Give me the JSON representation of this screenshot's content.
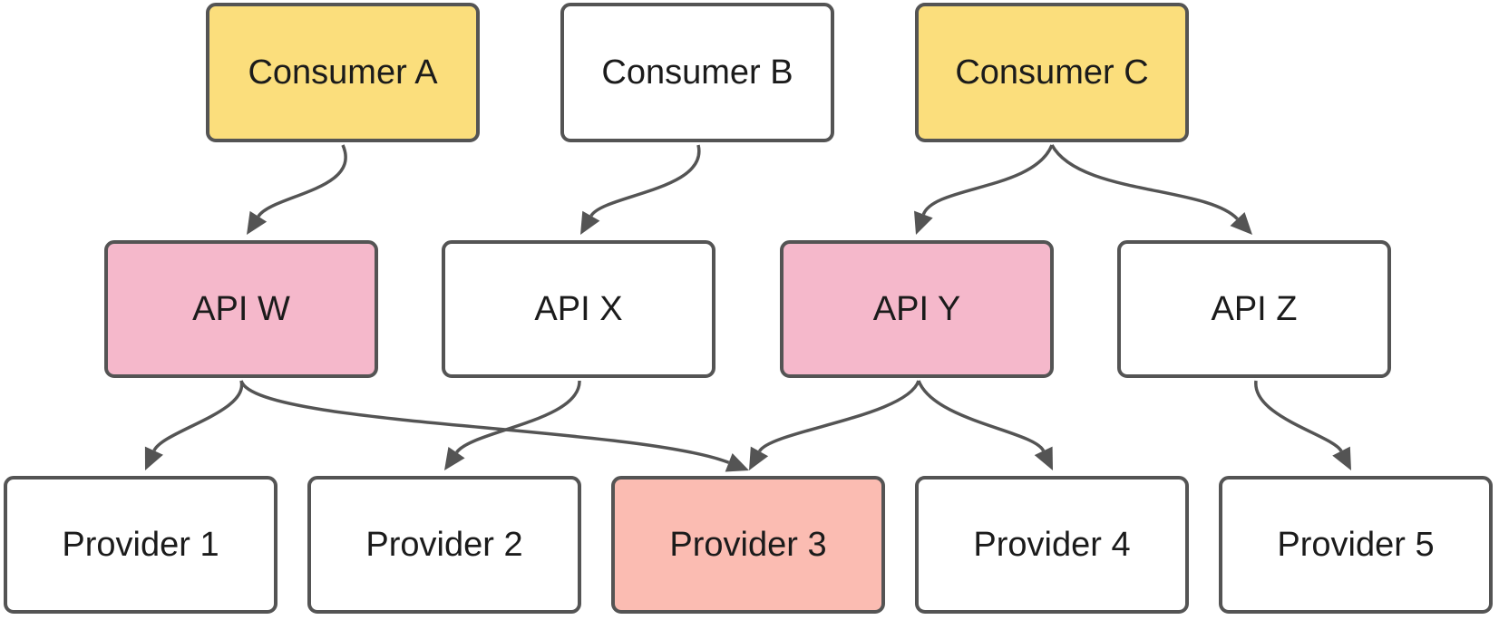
{
  "nodes": [
    {
      "id": "consumer-a",
      "label": "Consumer A",
      "fill": "#fbde7c"
    },
    {
      "id": "consumer-b",
      "label": "Consumer B",
      "fill": "#ffffff"
    },
    {
      "id": "consumer-c",
      "label": "Consumer C",
      "fill": "#fbde7c"
    },
    {
      "id": "api-w",
      "label": "API W",
      "fill": "#f5b8cb"
    },
    {
      "id": "api-x",
      "label": "API X",
      "fill": "#ffffff"
    },
    {
      "id": "api-y",
      "label": "API Y",
      "fill": "#f5b8cb"
    },
    {
      "id": "api-z",
      "label": "API Z",
      "fill": "#ffffff"
    },
    {
      "id": "provider-1",
      "label": "Provider 1",
      "fill": "#ffffff"
    },
    {
      "id": "provider-2",
      "label": "Provider 2",
      "fill": "#ffffff"
    },
    {
      "id": "provider-3",
      "label": "Provider 3",
      "fill": "#fbbcb2"
    },
    {
      "id": "provider-4",
      "label": "Provider 4",
      "fill": "#ffffff"
    },
    {
      "id": "provider-5",
      "label": "Provider 5",
      "fill": "#ffffff"
    }
  ],
  "edges": [
    {
      "from": "consumer-a",
      "to": "api-w"
    },
    {
      "from": "consumer-b",
      "to": "api-x"
    },
    {
      "from": "consumer-c",
      "to": "api-y"
    },
    {
      "from": "consumer-c",
      "to": "api-z"
    },
    {
      "from": "api-w",
      "to": "provider-1"
    },
    {
      "from": "api-w",
      "to": "provider-3"
    },
    {
      "from": "api-x",
      "to": "provider-2"
    },
    {
      "from": "api-y",
      "to": "provider-3"
    },
    {
      "from": "api-y",
      "to": "provider-4"
    },
    {
      "from": "api-z",
      "to": "provider-5"
    }
  ]
}
